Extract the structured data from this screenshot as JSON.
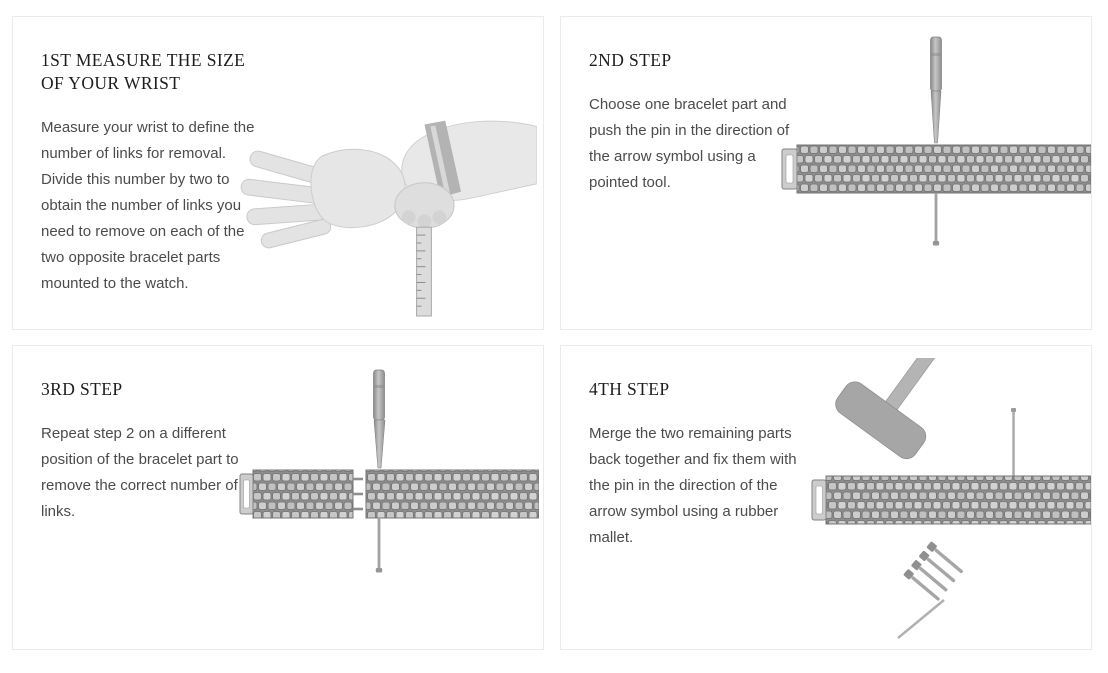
{
  "page": {
    "background": "#ffffff"
  },
  "colors": {
    "card_border": "#ebebeb",
    "title_text": "#1d1d1d",
    "body_text": "#4b4b4b",
    "illustration_gray": "#9a9a9a"
  },
  "cards": [
    {
      "title": "1ST MEASURE THE SIZE OF YOUR WRIST",
      "body": "Measure your wrist to define the number of links for removal. Divide this number by two to obtain the number of links you need to remove on each of the two opposite bracelet parts mounted to the watch.",
      "illustration": "wrist-measuring-illustration"
    },
    {
      "title": "2ND STEP",
      "body": "Choose one bracelet part and push the pin in the direction of the arrow symbol using a pointed tool.",
      "illustration": "push-pin-pointed-tool-illustration"
    },
    {
      "title": "3RD STEP",
      "body": "Repeat step 2 on a different position of the bracelet part to remove the correct number of links.",
      "illustration": "bracelet-separated-illustration"
    },
    {
      "title": "4TH STEP",
      "body": "Merge the two remaining parts back together and fix them with the pin in the direction of the arrow symbol using a rubber mallet.",
      "illustration": "rubber-mallet-illustration"
    }
  ]
}
